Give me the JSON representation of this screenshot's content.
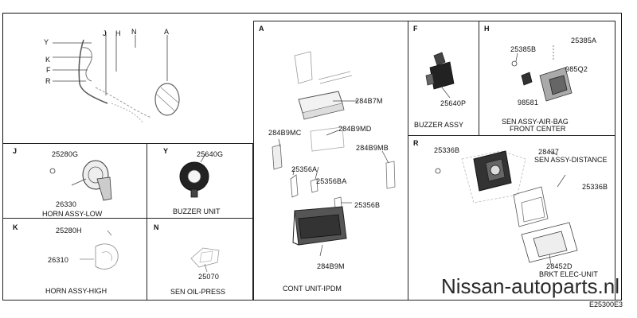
{
  "overview": {
    "callouts": [
      "Y",
      "J",
      "H",
      "N",
      "A",
      "K",
      "F",
      "R"
    ]
  },
  "panels": {
    "A": {
      "id": "A",
      "parts": [
        "284B7M",
        "284B9MC",
        "284B9MD",
        "284B9MB",
        "25356A",
        "25356BA",
        "25356B",
        "284B9M"
      ],
      "caption": "CONT UNIT-IPDM"
    },
    "F": {
      "id": "F",
      "parts": [
        "25640P"
      ],
      "caption": "BUZZER ASSY"
    },
    "H": {
      "id": "H",
      "parts": [
        "25385B",
        "25385A",
        "985Q2",
        "98581"
      ],
      "caption_line1": "SEN ASSY-AIR-BAG",
      "caption_line2": "FRONT CENTER"
    },
    "J": {
      "id": "J",
      "parts": [
        "25280G",
        "26330"
      ],
      "caption": "HORN ASSY-LOW"
    },
    "Y": {
      "id": "Y",
      "parts": [
        "25640G"
      ],
      "caption": "BUZZER UNIT"
    },
    "K": {
      "id": "K",
      "parts": [
        "25280H",
        "26310"
      ],
      "caption": "HORN ASSY-HIGH"
    },
    "N": {
      "id": "N",
      "parts": [
        "25070"
      ],
      "caption": "SEN OIL-PRESS"
    },
    "R": {
      "id": "R",
      "parts": [
        "25336B",
        "28437",
        "25336B",
        "28452D"
      ],
      "caption_28437": "SEN ASSY-DISTANCE",
      "caption_28452D": "BRKT ELEC-UNIT"
    }
  },
  "watermark": "Nissan-autoparts.nl",
  "diagram_code": "E25300E3"
}
